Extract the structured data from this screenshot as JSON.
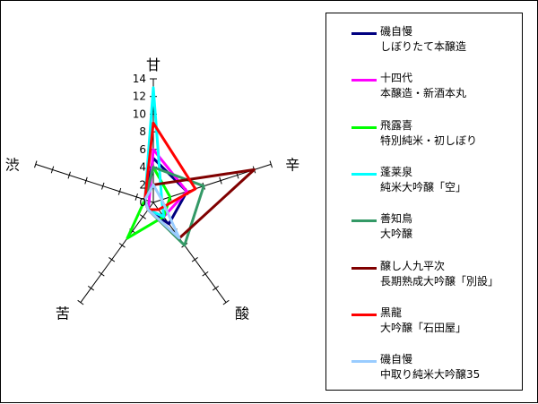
{
  "chart_data": {
    "type": "radar",
    "axes": [
      "甘",
      "辛",
      "酸",
      "苦",
      "渋"
    ],
    "rlim": [
      0,
      14
    ],
    "ticks": [
      "0",
      "2",
      "4",
      "6",
      "8",
      "10",
      "12",
      "14"
    ],
    "series": [
      {
        "name": "磯自慢",
        "subname": "しぼりたて本醸造",
        "color": "#000080",
        "values": [
          5,
          4,
          3,
          1,
          1
        ]
      },
      {
        "name": "十四代",
        "subname": "本醸造・新酒本丸",
        "color": "#ff00ff",
        "values": [
          6,
          4,
          2,
          1,
          0.5
        ]
      },
      {
        "name": "飛露喜",
        "subname": "特別純米・初しぼり",
        "color": "#00ff00",
        "values": [
          4,
          2,
          2,
          5,
          1
        ]
      },
      {
        "name": "蓬莱泉",
        "subname": "純米大吟醸「空」",
        "color": "#00ffff",
        "values": [
          13,
          1,
          2,
          1,
          1
        ]
      },
      {
        "name": "善知鳥",
        "subname": "大吟醸",
        "color": "#339966",
        "values": [
          4,
          6,
          6,
          1,
          1
        ]
      },
      {
        "name": "醸し人九平次",
        "subname": "長期熟成大吟醸「別設」",
        "color": "#800000",
        "values": [
          2,
          12,
          5,
          1,
          1
        ]
      },
      {
        "name": "黒龍",
        "subname": "大吟醸「石田屋」",
        "color": "#ff0000",
        "values": [
          9,
          5,
          1,
          1,
          1
        ]
      },
      {
        "name": "磯自慢",
        "subname": "中取り純米大吟醸35",
        "color": "#99ccff",
        "values": [
          2,
          1,
          5,
          1,
          1
        ]
      }
    ]
  }
}
